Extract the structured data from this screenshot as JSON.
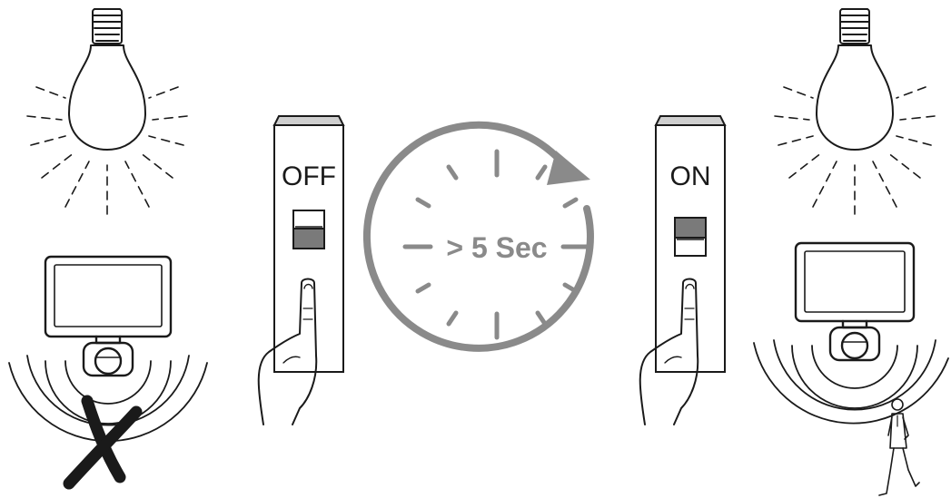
{
  "left_switch": {
    "label": "OFF"
  },
  "right_switch": {
    "label": "ON"
  },
  "timer": {
    "label": "> 5 Sec"
  },
  "colors": {
    "ink": "#1a1a1a",
    "timer_gray": "#8a8a8a",
    "switch_top": "#cfcfcf",
    "toggle": "#7a7a7a"
  }
}
